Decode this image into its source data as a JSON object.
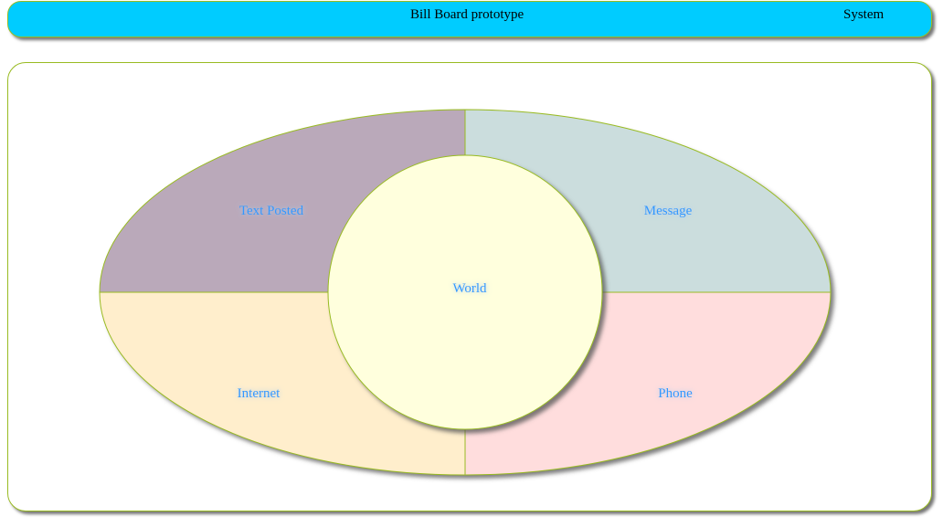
{
  "header": {
    "title": "Bill Board prototype",
    "system_label": "System"
  },
  "diagram": {
    "center_label": "World",
    "quadrants": {
      "top_left": {
        "label": "Text Posted",
        "color": "#baa9ba"
      },
      "top_right": {
        "label": "Message",
        "color": "#cbdddd"
      },
      "bottom_left": {
        "label": "Internet",
        "color": "#ffeecc"
      },
      "bottom_right": {
        "label": "Phone",
        "color": "#ffdddd"
      }
    },
    "center_color": "#ffffdd",
    "outline_color": "#99bb22",
    "label_color": "#3399ff"
  },
  "colors": {
    "header_bg": "#00ccff",
    "border": "#99bb22"
  }
}
